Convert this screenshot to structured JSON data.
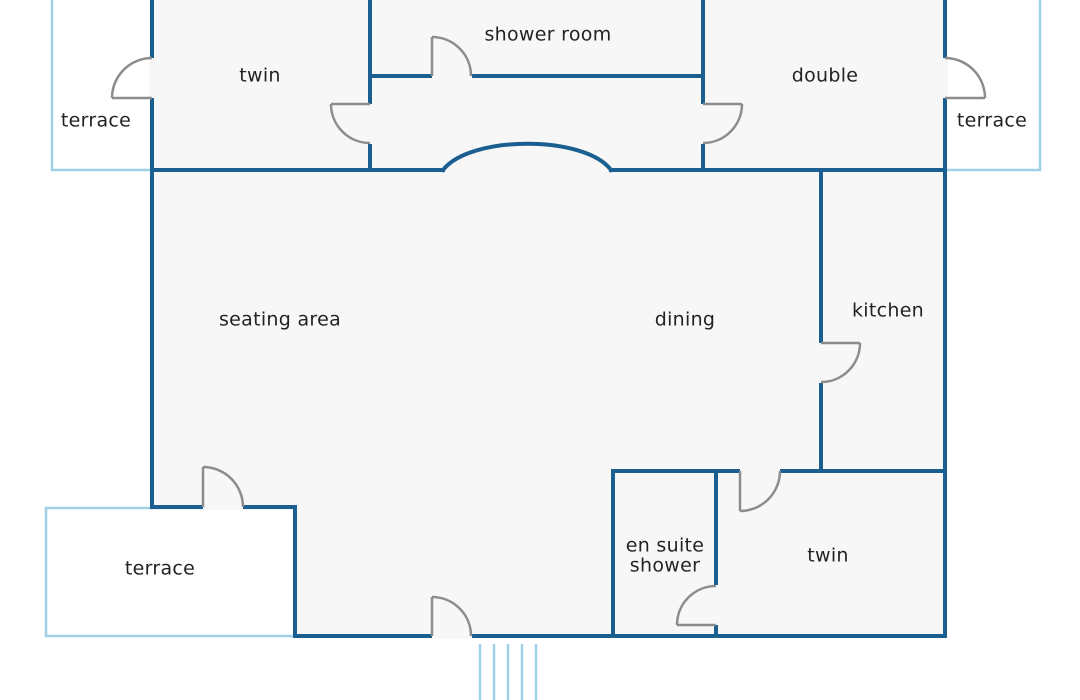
{
  "floorplan": {
    "rooms": {
      "shower_room": "shower room",
      "twin_top": "twin",
      "double": "double",
      "terrace_top_left": "terrace",
      "terrace_top_right": "terrace",
      "seating_area": "seating area",
      "dining": "dining",
      "kitchen": "kitchen",
      "terrace_bottom_left": "terrace",
      "en_suite_line1": "en suite",
      "en_suite_line2": "shower",
      "twin_bottom": "twin"
    },
    "colors": {
      "wall": "#1a5f8f",
      "terrace_outline": "#9fd0e6",
      "floor": "#f7f7f7",
      "door": "#8c8c8c",
      "text": "#222222"
    }
  }
}
